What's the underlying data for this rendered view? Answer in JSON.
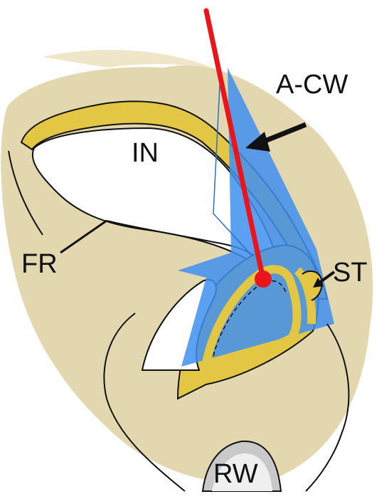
{
  "labels": {
    "acw": "A-CW",
    "in": "IN",
    "fr": "FR",
    "st": "ST",
    "rw": "RW"
  },
  "colors": {
    "cartilage_yellow": "#e3c744",
    "tissue_tan": "#d9c98f",
    "wedge_blue": "#3f8ff0",
    "needle_red": "#e8151b",
    "outline": "#111111"
  }
}
